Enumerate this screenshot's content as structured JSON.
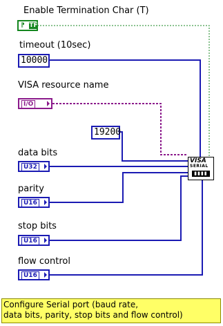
{
  "diagram": {
    "controls": {
      "enable_termination": {
        "label": "Enable Termination Char (T)",
        "value_glyph": "TF",
        "toggle_glyph": "⁋"
      },
      "timeout": {
        "label": "timeout (10sec)",
        "value": "10000"
      },
      "visa_resource": {
        "label": "VISA resource name",
        "terminal_text": "I/O"
      },
      "baud_rate": {
        "value": "19200"
      },
      "data_bits": {
        "label": "data bits",
        "terminal_text": "U32"
      },
      "parity": {
        "label": "parity",
        "terminal_text": "U16"
      },
      "stop_bits": {
        "label": "stop bits",
        "terminal_text": "U16"
      },
      "flow_control": {
        "label": "flow control",
        "terminal_text": "U16"
      }
    },
    "subvi": {
      "line1": "VISA",
      "line2": "SERIAL",
      "chip": "▮▮▮▮"
    },
    "comment": {
      "line1": "Configure Serial port (baud rate,",
      "line2": "data bits, parity, stop bits and flow control)"
    }
  },
  "colors": {
    "boolean_wire": "#14861f",
    "numeric_wire": "#1a1ab3",
    "visa_wire": "#8b1a8b",
    "comment_bg": "#ffff66"
  },
  "icons": {
    "boolean_terminal": "boolean-control-icon",
    "visa_serial": "visa-serial-config-icon"
  }
}
